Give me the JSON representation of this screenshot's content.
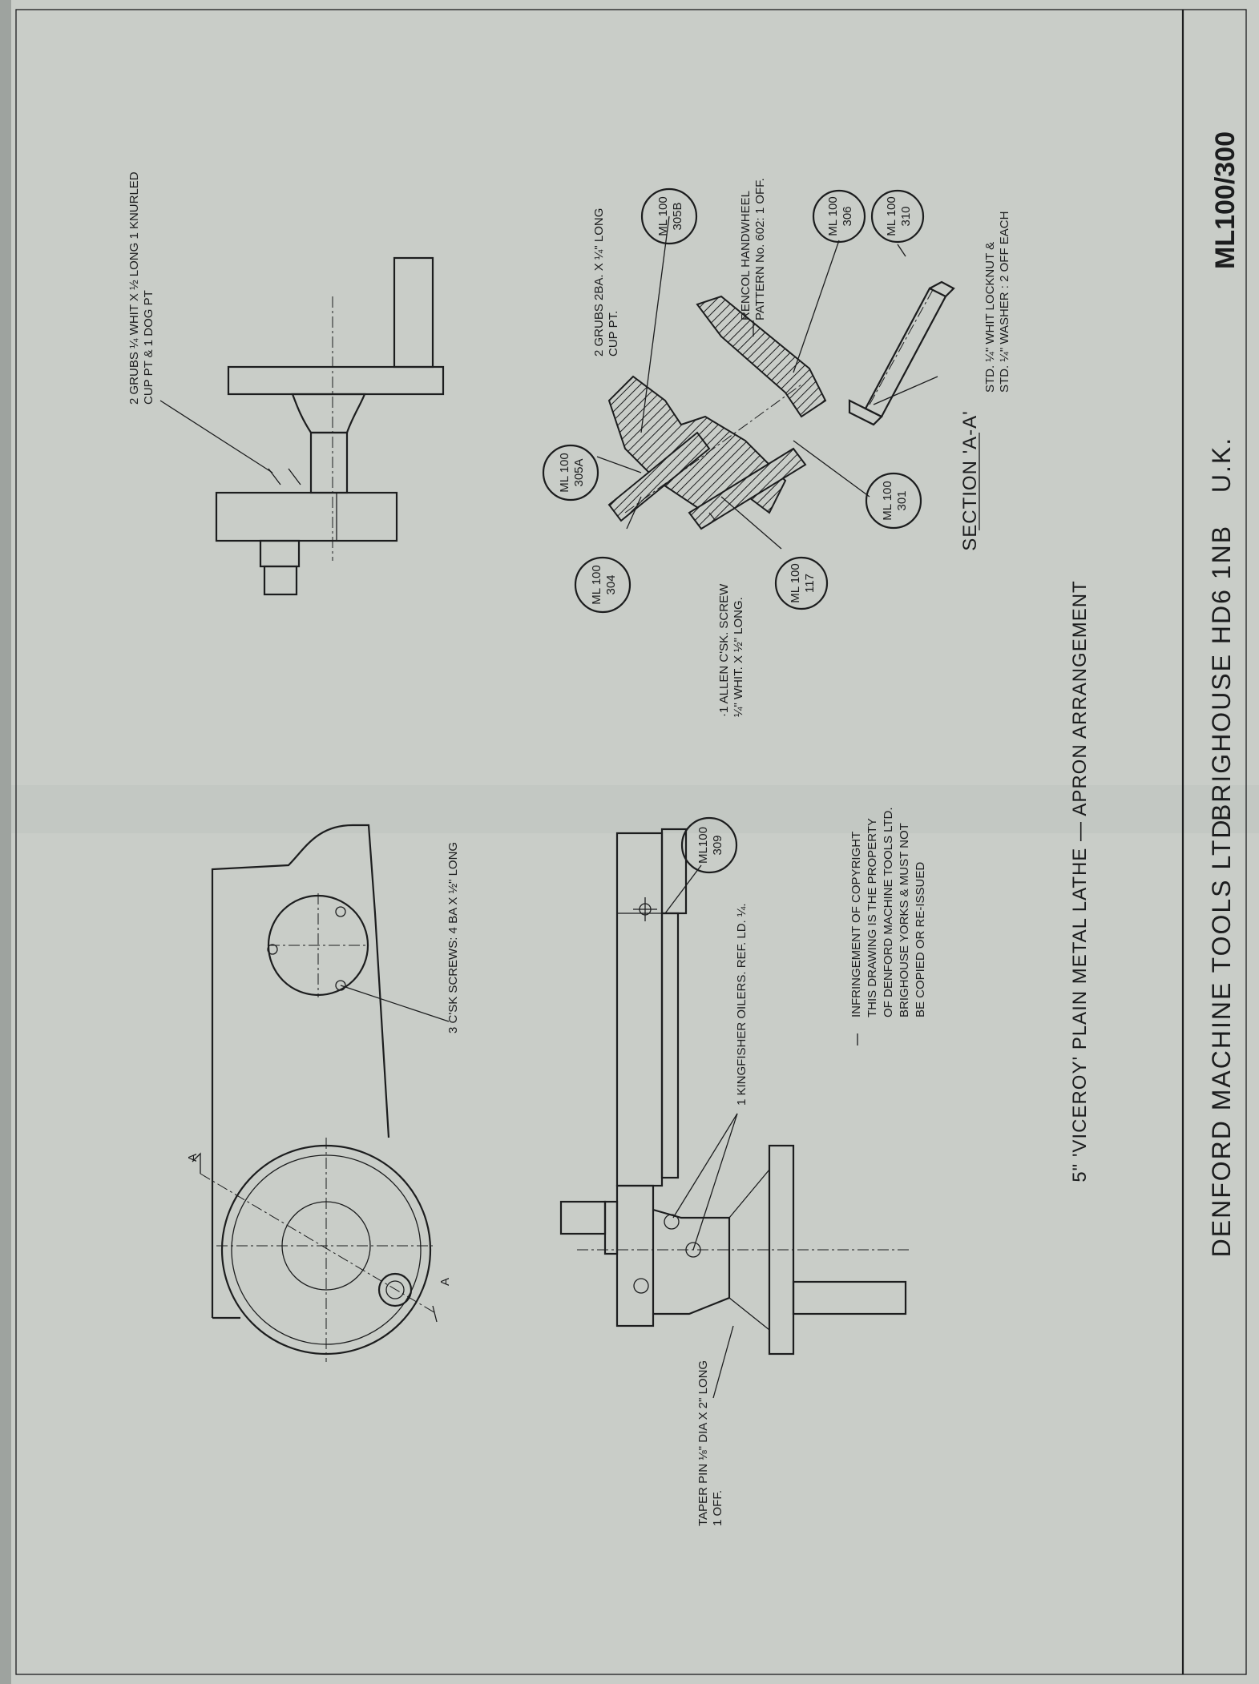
{
  "drawing": {
    "title": "5\" 'VICEROY' PLAIN METAL LATHE — APRON ARRANGEMENT",
    "company_strip": {
      "company": "DENFORD MACHINE TOOLS LTD.",
      "address": "BRIGHOUSE HD6 1NB",
      "country": "U.K."
    },
    "drawing_number": "ML100/300",
    "copyright_lines": [
      "INFRINGEMENT OF COPYRIGHT",
      "THIS DRAWING IS THE PROPERTY",
      "OF DENFORD MACHINE TOOLS LTD.",
      "BRIGHOUSE YORKS & MUST NOT",
      "BE COPIED OR RE-ISSUED"
    ],
    "callouts": {
      "grubs_whit": [
        "2 GRUBS ¼ WHIT X ½ LONG 1 KNURLED",
        "CUP PT & 1 DOG PT"
      ],
      "grubs_2ba": [
        "2 GRUBS 2BA. X ¼\" LONG",
        "CUP PT."
      ],
      "rencol": [
        "RENCOL HANDWHEEL",
        "PATTERN No. 602: 1 OFF."
      ],
      "allen_screw": [
        "·1 ALLEN C'SK. SCREW",
        "¼\" WHIT. X ½\" LONG."
      ],
      "std_locknut": [
        "STD. ¼\" WHIT LOCKNUT &",
        "STD. ¼\" WASHER : 2 OFF EACH"
      ],
      "csk_screws": "3 C'SK SCREWS: 4 BA X ½\" LONG",
      "oilers": "1 KINGFISHER OILERS. REF. LD. ¼.",
      "taper_pin": [
        "TAPER PIN ⅛\" DIA X 2\" LONG",
        "1 OFF."
      ],
      "section_label": "SECTION 'A-A'",
      "section_mark_a": "A"
    },
    "part_bubbles": {
      "b305B": [
        "ML 100",
        "305B"
      ],
      "b306": [
        "ML 100",
        "306"
      ],
      "b310": [
        "ML 100",
        "310"
      ],
      "b305A": [
        "ML 100",
        "305A"
      ],
      "b304": [
        "ML 100",
        "304"
      ],
      "b117": [
        "ML 100",
        "117"
      ],
      "b301": [
        "ML 100",
        "301"
      ],
      "b309": [
        "ML100",
        "309"
      ]
    }
  }
}
